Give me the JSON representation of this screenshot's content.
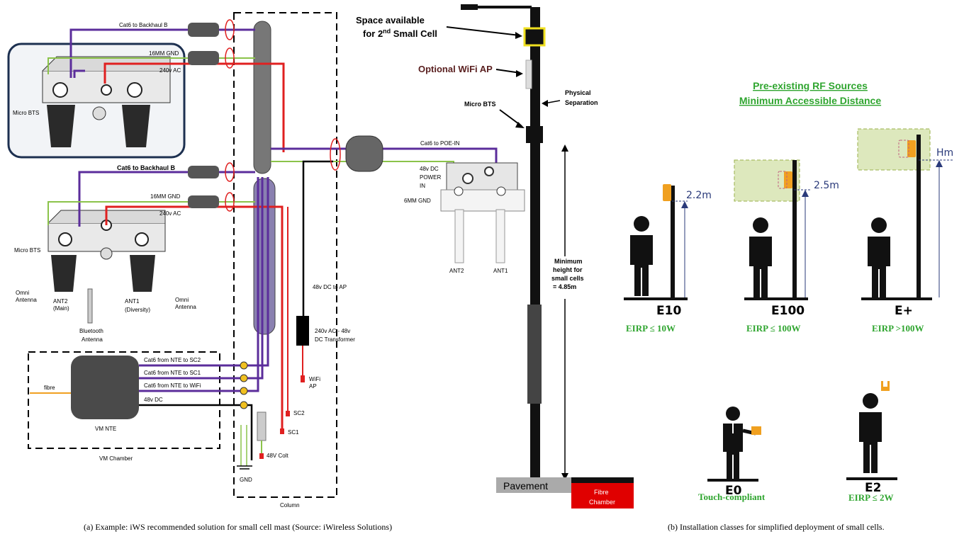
{
  "left": {
    "cables": {
      "c1": "Cat6 to Backhaul B",
      "c2": "16MM GND",
      "c3": "240v AC",
      "c4": "Cat6 to Backhaul B",
      "c5": "16MM GND",
      "c6": "240v AC",
      "poe": "Cat6 to POE-IN",
      "dc_power": [
        "48v DC",
        "POWER",
        "IN"
      ],
      "gnd6": "6MM GND",
      "nte_sc2": "Cat6 from NTE to SC2",
      "nte_sc1": "Cat6 from NTE to SC1",
      "nte_wifi": "Cat6 from NTE to WiFi",
      "dc48": "48v DC",
      "dc_ap": "48v DC to  AP"
    },
    "labels": {
      "micro_bts_top": "Micro BTS",
      "micro_bts_bottom": "Micro BTS",
      "omni_left": [
        "Omni",
        "Antenna"
      ],
      "omni_right": [
        "Omni",
        "Antenna"
      ],
      "ant2_main": [
        "ANT2",
        "(Main)"
      ],
      "ant1_div": [
        "ANT1",
        "(Diversity)"
      ],
      "bluetooth": [
        "Bluetooth",
        "Antenna"
      ],
      "transformer": [
        "240v AC - 48v",
        "DC Transformer"
      ],
      "wifi_ap": [
        "WiFi",
        "AP"
      ],
      "sc2": "SC2",
      "sc1": "SC1",
      "colt": "48V Colt",
      "gnd": "GND",
      "column": "Column",
      "fibre": "fibre",
      "vm_nte": "VM NTE",
      "vm_chamber": "VM Chamber",
      "ant2": "ANT2",
      "ant1": "ANT1"
    },
    "caption": "(a) Example: iWS recommended solution for small cell mast (Source: iWireless Solutions)"
  },
  "mast": {
    "space_available": "Space available",
    "for_2nd": "for 2",
    "for_2nd_sup": "nd",
    "for_2nd_tail": " Small Cell",
    "optional_wifi": "Optional WiFi AP",
    "physical": [
      "Physical",
      "Separation"
    ],
    "micro_bts": "Micro BTS",
    "min_height": [
      "Minimum",
      "height for",
      "small cells",
      "= 4.85m"
    ],
    "pavement": "Pavement",
    "fibre_chamber": [
      "Fibre",
      "Chamber"
    ]
  },
  "right": {
    "title1": "Pre-existing RF Sources",
    "title2": "Minimum Accessible Distance",
    "classes": [
      {
        "name": "E10",
        "eirp": "EIRP ≤ 10W",
        "height": "2.2m"
      },
      {
        "name": "E100",
        "eirp": "EIRP ≤ 100W",
        "height": "2.5m"
      },
      {
        "name": "E+",
        "eirp": "EIRP >100W",
        "height": "Hm"
      },
      {
        "name": "E0",
        "eirp": "Touch-compliant"
      },
      {
        "name": "E2",
        "eirp": "EIRP ≤ 2W"
      }
    ],
    "caption": "(b) Installation classes for simplified  deployment of small cells."
  },
  "colors": {
    "purple": "#5b2d9b",
    "red": "#e02020",
    "green": "#8bc34a",
    "title_green": "#2fa52f",
    "orange": "#f0a020",
    "navy": "#1d3050"
  }
}
